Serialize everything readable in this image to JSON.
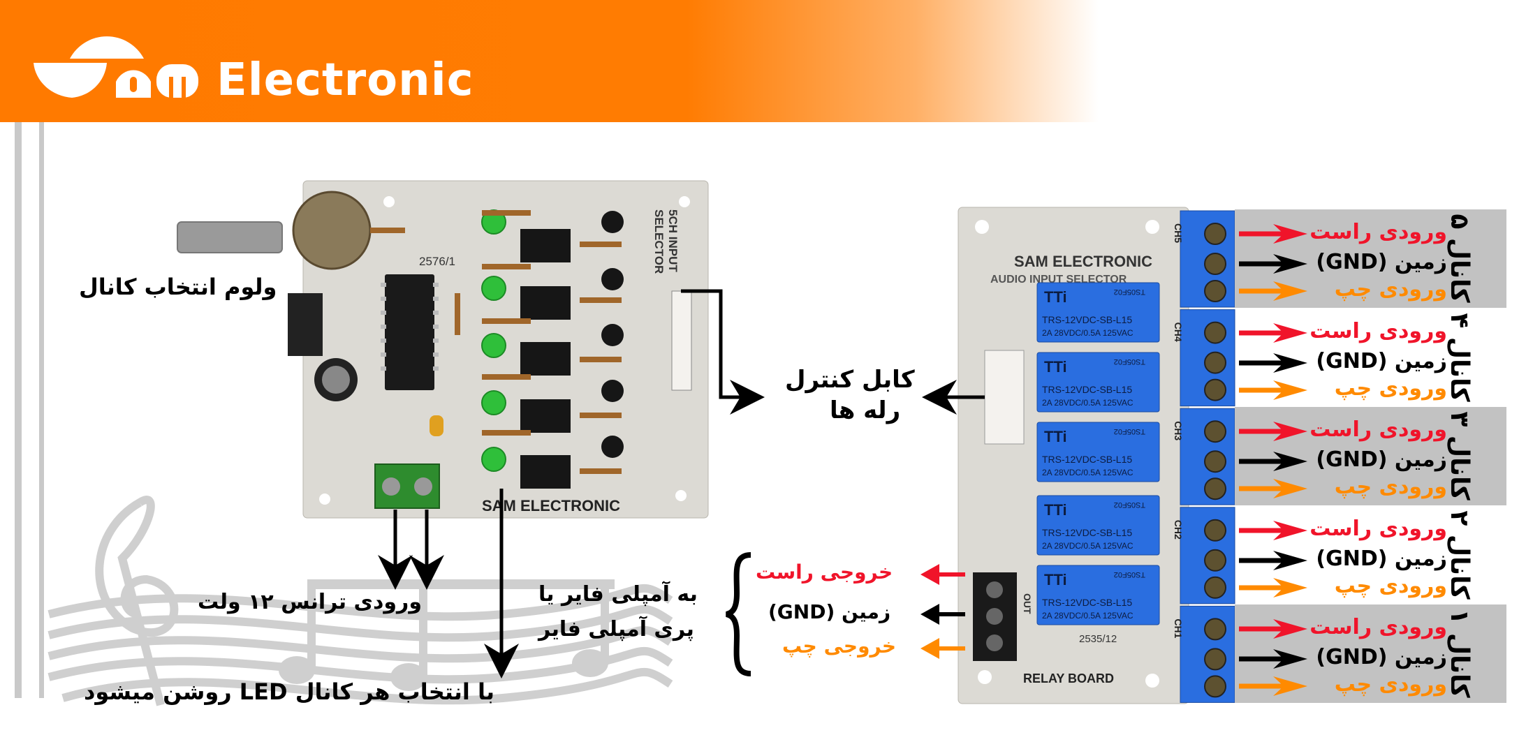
{
  "header": {
    "logo_text": "Sam",
    "brand": "Electronic",
    "gradient_color": "#ff7a00"
  },
  "controller_board": {
    "part_number": "2576/1",
    "title_line1": "5CH INPUT",
    "title_line2": "SELECTOR",
    "maker": "SAM ELECTRONIC"
  },
  "relay_board": {
    "maker": "SAM ELECTRONIC",
    "title": "AUDIO INPUT SELECTOR",
    "name": "RELAY BOARD",
    "part_number": "2535/12",
    "out_label": "OUT",
    "relay_brand": "TTi",
    "relay_model": "TRS-12VDC-SB-L15",
    "relay_rating": "2A 28VDC/0.5A 125VAC",
    "relay_code": "TS05F02"
  },
  "labels": {
    "volume": "ولوم انتخاب کانال",
    "control_cable_line1": "کابل کنترل",
    "control_cable_line2": "رله ها",
    "transformer_input": "ورودی ترانس ۱۲ ولت",
    "led_note": "با انتخاب هر کانال LED روشن میشود",
    "amplifier_line1": "به آمپلی فایر یا",
    "amplifier_line2": "پری آمپلی فایر"
  },
  "outputs": {
    "right": "خروجی راست",
    "gnd": "زمین (GND)",
    "left": "خروجی چپ"
  },
  "channels": [
    {
      "label": "کانال ۵",
      "code": "CH5",
      "right": "ورودی راست",
      "gnd": "زمین (GND)",
      "left": "ورودی چپ"
    },
    {
      "label": "کانال ۴",
      "code": "CH4",
      "right": "ورودی راست",
      "gnd": "زمین (GND)",
      "left": "ورودی چپ"
    },
    {
      "label": "کانال ۳",
      "code": "CH3",
      "right": "ورودی راست",
      "gnd": "زمین (GND)",
      "left": "ورودی چپ"
    },
    {
      "label": "کانال ۲",
      "code": "CH2",
      "right": "ورودی راست",
      "gnd": "زمین (GND)",
      "left": "ورودی چپ"
    },
    {
      "label": "کانال ۱",
      "code": "CH1",
      "right": "ورودی راست",
      "gnd": "زمین (GND)",
      "left": "ورودی چپ"
    }
  ],
  "colors": {
    "right": "#f0142a",
    "gnd": "#000000",
    "left": "#ff8a00",
    "band_gray": "#c2c2c2",
    "relay_blue": "#2a6ee0",
    "board": "#dcdad4"
  }
}
